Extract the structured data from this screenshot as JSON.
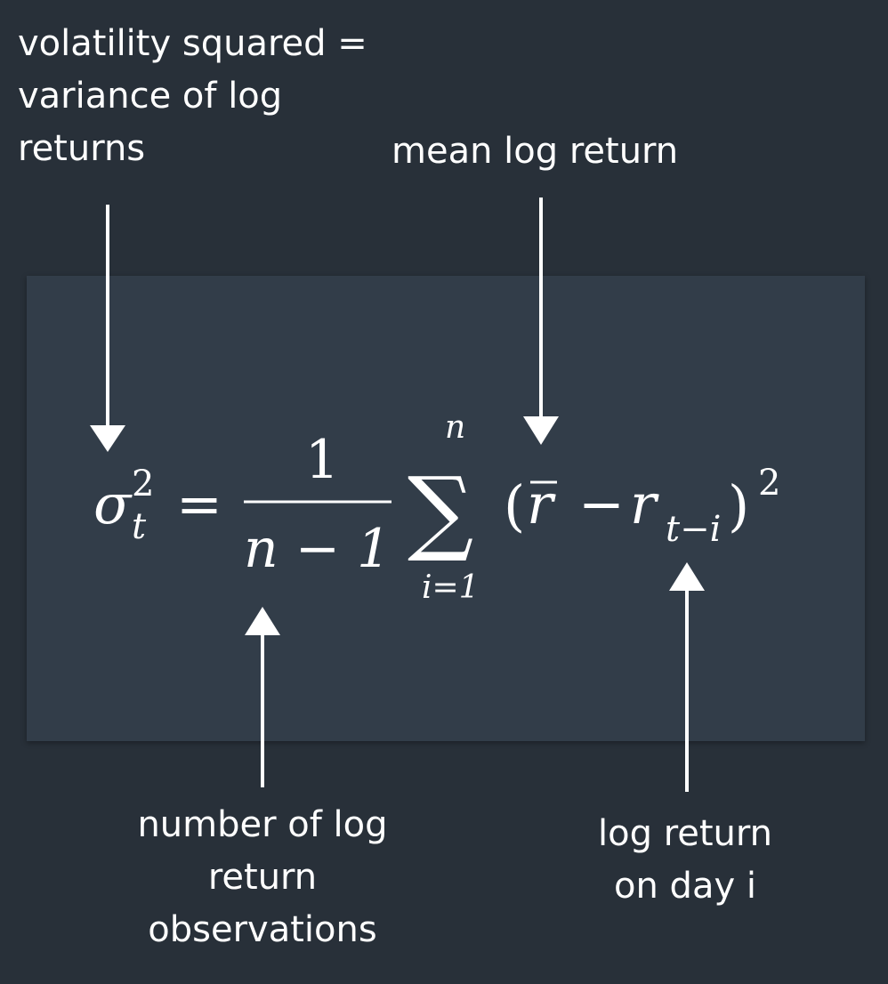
{
  "annotations": {
    "volatility": "volatility squared =\nvariance of log\nreturns",
    "mean": "mean log return",
    "num_obs": "number of log\nreturn\nobservations",
    "log_return_day": "log return\non day i"
  },
  "formula": {
    "sigma": "σ",
    "sigma_sub": "t",
    "sigma_sup": "2",
    "equals": "=",
    "numerator": "1",
    "denominator": "n − 1",
    "sum_symbol": "∑",
    "sum_upper": "n",
    "sum_lower": "i=1",
    "open_paren": "(",
    "rbar": "r",
    "minus": "−",
    "r": "r",
    "r_sub": "t−i",
    "close_paren": ")",
    "outer_sup": "2"
  },
  "colors": {
    "background": "#283039",
    "panel": "#323d49",
    "foreground": "#ffffff"
  }
}
